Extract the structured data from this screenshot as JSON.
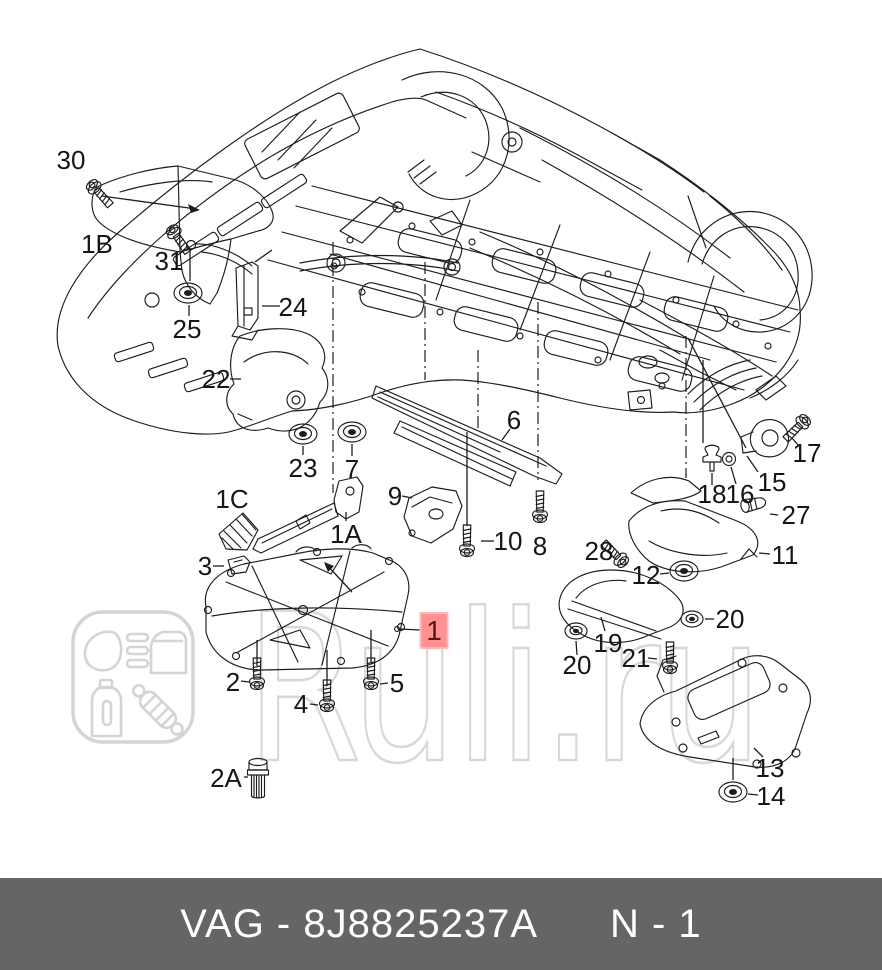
{
  "page": {
    "watermark": {
      "text": "Ruli.ru",
      "color": "#d8d8d8"
    },
    "highlight": {
      "label": "1",
      "bg_color": "#fe9191",
      "border_color": "#fbb9b9",
      "text_color": "#5b1414"
    },
    "art": {
      "line_color": "#1d1d1d"
    },
    "callouts": [
      "30",
      "1B",
      "31",
      "25",
      "24",
      "22",
      "23",
      "7",
      "1C",
      "1A",
      "3",
      "9",
      "10",
      "8",
      "6",
      "2",
      "4",
      "5",
      "2A",
      "28",
      "12",
      "11",
      "27",
      "15",
      "16",
      "18",
      "17",
      "19",
      "20",
      "20",
      "21",
      "13",
      "14"
    ],
    "footer": {
      "catalog_code": "VAG - 8J8825237A",
      "page_ref": "N - 1",
      "bg_color": "#656565",
      "text_color": "#ffffff"
    }
  }
}
